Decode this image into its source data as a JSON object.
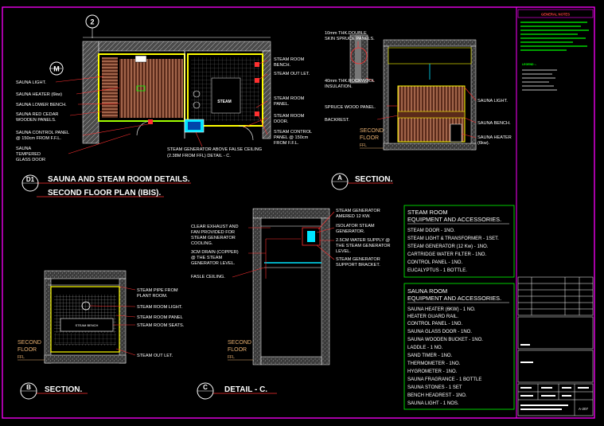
{
  "plan": {
    "grid_2": "2",
    "grid_m": "M",
    "labels_left": [
      "SAUNA LIGHT.",
      "SAUNA HEATER (6kw)",
      "SAUNA LOWER BENCH.",
      "SAUNA RED CEDAR",
      "WOODEN PANELS.",
      "SAUNA CONTROL PANEL",
      "@ 150cm FROM F.F.L.",
      "SAUNA",
      "TEMPERED",
      "GLASS DOOR"
    ],
    "labels_right": [
      "STEAM ROOM",
      "BENCH.",
      "STEAM OUT LET.",
      "STEAM ROOM",
      "PANEL.",
      "STEAM ROOM",
      "DOOR.",
      "STEAM CONTROL",
      "PANEL @ 150cm",
      "FROM F.F.L."
    ],
    "generator_note_1": "STEAM GENERATOR ABOVE FALSE CEILING",
    "generator_note_2": "(2.38M FROM FFL) DETAIL - C.",
    "steam_text": "STEAM",
    "title_bubble": "D1",
    "title_line1": "SAUNA AND STEAM ROOM DETAILS.",
    "title_line2": "SECOND FLOOR PLAN (IBIS)."
  },
  "section_a": {
    "notes_top": [
      "10mm THK.DOUBLE",
      "SKIN SPRUCE PANELS."
    ],
    "notes_ins": [
      "40mm THK.ROCKWOOL",
      "INSULATION."
    ],
    "notes_left": [
      "SPRUCE WOOD PANEL.",
      "BACKREST."
    ],
    "notes_right": [
      "SAUNA LIGHT.",
      "SAUNA BENCH.",
      "SAUNA HEATER",
      "(6kw)."
    ],
    "floor": [
      "SECOND",
      "FLOOR",
      "FFL"
    ],
    "bubble": "A",
    "title": "SECTION."
  },
  "section_b": {
    "labels": [
      "STEAM PIPE FROM",
      "PLANT ROOM.",
      "STEAM ROOM LIGHT.",
      "STEAM ROOM PANEL",
      "STEAM ROOM SEATS.",
      "STEAM OUT LET."
    ],
    "bench_text": "STEAM BENCH",
    "floor": [
      "SECOND",
      "FLOOR",
      "FFL"
    ],
    "bubble": "B",
    "title": "SECTION."
  },
  "detail_c": {
    "labels_left": [
      "CLEAR EXHAUST AND",
      "FAN PROVIDED FOR",
      "STEAM GENERATOR",
      "COOLING.",
      "3CM DRAIN (COPPER)",
      "@ THE STEAM",
      "GENERATOR LEVEL.",
      "FASLE CEILING."
    ],
    "labels_right": [
      "STEAM GENERATOR",
      "AMERED 12 KW.",
      "ISOLATOR STEAM",
      "GENERATOR.",
      "2.5CM WATER SUPPLY @",
      "THE STEAM GENERATOR",
      "LEVEL.",
      "STEAM GENERATOR",
      "SUPPORT BRACKET."
    ],
    "floor": [
      "SECOND",
      "FLOOR",
      "FFL"
    ],
    "bubble": "C",
    "title": "DETAIL - C."
  },
  "steam_list": {
    "heading": [
      "STEAM ROOM",
      "EQUIPMENT AND ACCESSORIES."
    ],
    "items": [
      "STEAM DOOR - 1NO.",
      "STEAM LIGHT & TRANSFORMER - 1SET.",
      "STEAM GENERATOR (12 Kw) - 1NO.",
      "CARTRIDGE WATER FILTER - 1NO.",
      "CONTROL PANEL - 1NO.",
      "EUCALYPTUS - 1 BOTTLE."
    ]
  },
  "sauna_list": {
    "heading": [
      "SAUNA ROOM",
      "EQUIPMENT AND ACCESSORIES."
    ],
    "items": [
      "SAUNA HEATER (6KW) - 1 NO.",
      "HEATER GUARD RAIL.",
      "CONTROL PANEL - 1NO.",
      "SAUNA GLASS DOOR - 1NO.",
      "SAUNA WOODEN BUCKET - 1NO.",
      "LADDLE - 1 NO.",
      "SAND TIMER - 1NO.",
      "THERMOMETER - 1NO.",
      "HYGROMETER - 1NO.",
      "SAUNA FRAGRANCE - 1 BOTTLE",
      "SAUNA STONES - 1 SET",
      "BENCH HEADREST - 1NO.",
      "SAUNA LIGHT - 1 NOS."
    ]
  },
  "title_block": {
    "general_notes": "GENERAL NOTES",
    "legend": "LEGEND :-",
    "sheet": "A-207"
  },
  "colors": {
    "border": "#ff00ff",
    "wall": "#ffff00",
    "wood": "#d08a6a",
    "green": "#00ff00",
    "red": "#ff3030",
    "cyan": "#00e5ff"
  }
}
